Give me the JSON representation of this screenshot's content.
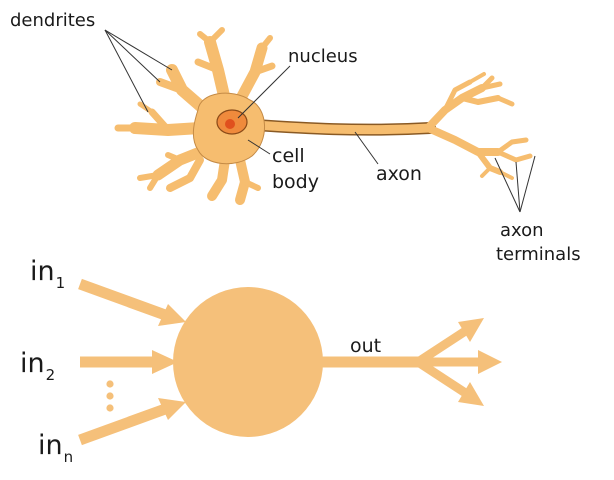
{
  "neuron": {
    "labels": {
      "dendrites": "dendrites",
      "nucleus": "nucleus",
      "cell": "cell",
      "body": "body",
      "axon": "axon",
      "axon_word": "axon",
      "terminals": "terminals"
    }
  },
  "model": {
    "input_1": {
      "base": "in",
      "sub": "1"
    },
    "input_2": {
      "base": "in",
      "sub": "2"
    },
    "input_n": {
      "base": "in",
      "sub": "n"
    },
    "output": "out"
  },
  "colors": {
    "cell": "#f6bd6f",
    "cell_outline": "#8a5a24",
    "nucleus": "#ef8a3c",
    "nucleus_core": "#e0501e",
    "model": "#f5c07a",
    "leader": "#333333"
  }
}
